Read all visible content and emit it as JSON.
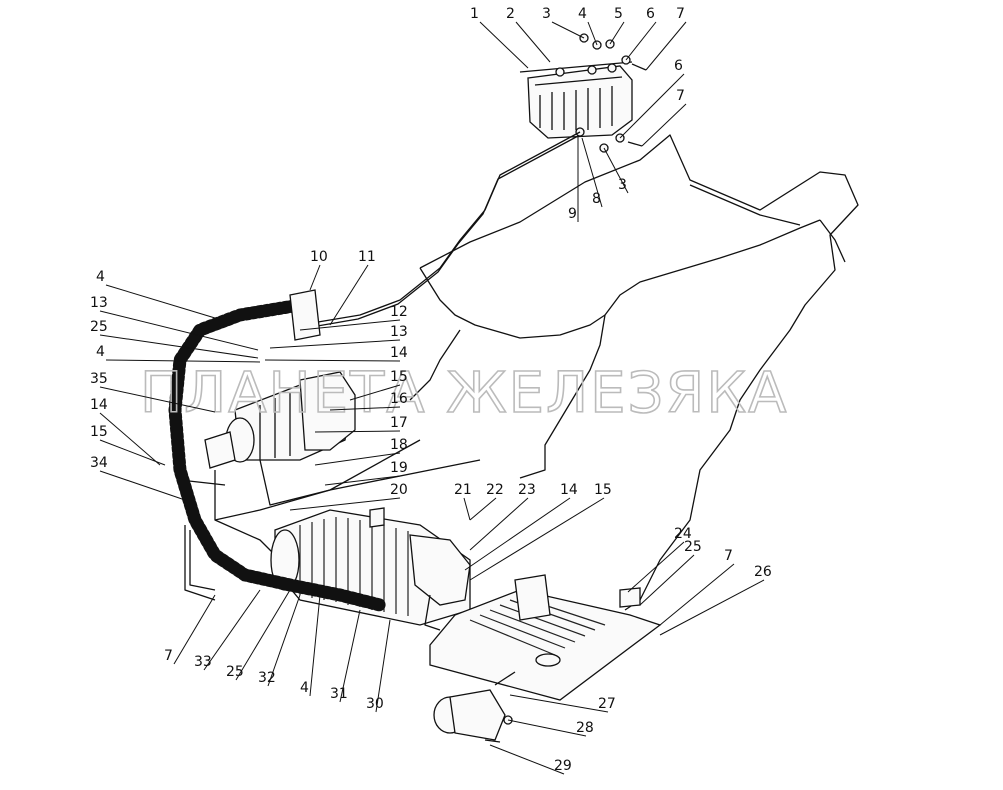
{
  "watermark": "ПЛАНЕТА ЖЕЛЕЗЯКА",
  "callouts": [
    {
      "label": "1"
    },
    {
      "label": "2"
    },
    {
      "label": "3"
    },
    {
      "label": "4"
    },
    {
      "label": "5"
    },
    {
      "label": "6"
    },
    {
      "label": "7"
    },
    {
      "label": "6"
    },
    {
      "label": "7"
    },
    {
      "label": "3"
    },
    {
      "label": "8"
    },
    {
      "label": "9"
    },
    {
      "label": "10"
    },
    {
      "label": "11"
    },
    {
      "label": "4"
    },
    {
      "label": "13"
    },
    {
      "label": "25"
    },
    {
      "label": "4"
    },
    {
      "label": "35"
    },
    {
      "label": "14"
    },
    {
      "label": "15"
    },
    {
      "label": "34"
    },
    {
      "label": "12"
    },
    {
      "label": "13"
    },
    {
      "label": "14"
    },
    {
      "label": "15"
    },
    {
      "label": "16"
    },
    {
      "label": "17"
    },
    {
      "label": "18"
    },
    {
      "label": "19"
    },
    {
      "label": "20"
    },
    {
      "label": "21"
    },
    {
      "label": "22"
    },
    {
      "label": "23"
    },
    {
      "label": "14"
    },
    {
      "label": "15"
    },
    {
      "label": "24"
    },
    {
      "label": "25"
    },
    {
      "label": "7"
    },
    {
      "label": "26"
    },
    {
      "label": "27"
    },
    {
      "label": "28"
    },
    {
      "label": "29"
    },
    {
      "label": "7"
    },
    {
      "label": "33"
    },
    {
      "label": "25"
    },
    {
      "label": "32"
    },
    {
      "label": "4"
    },
    {
      "label": "31"
    },
    {
      "label": "30"
    }
  ]
}
